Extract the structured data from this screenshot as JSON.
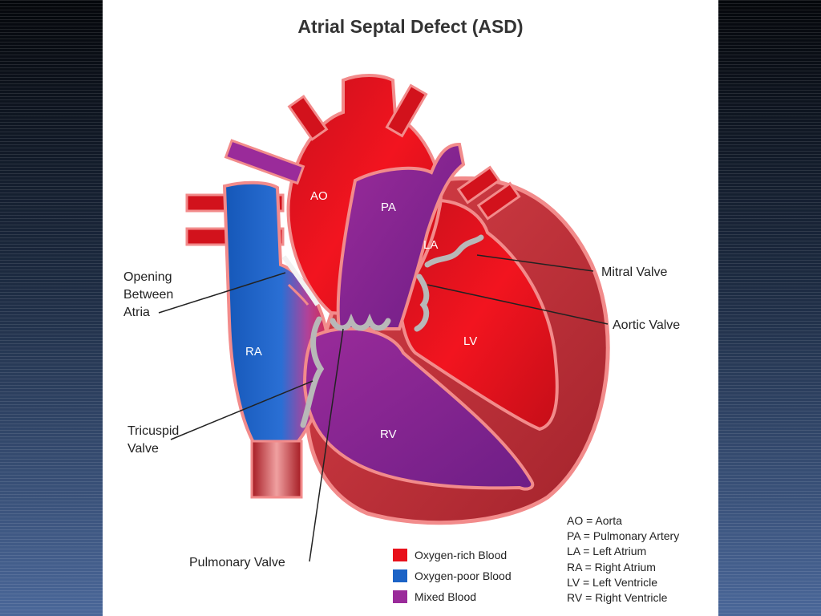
{
  "title": "Atrial Septal Defect (ASD)",
  "chambers": {
    "ao": "AO",
    "pa": "PA",
    "la": "LA",
    "lv": "LV",
    "ra": "RA",
    "rv": "RV"
  },
  "callouts": {
    "opening_line1": "Opening",
    "opening_line2": "Between",
    "opening_line3": "Atria",
    "tricuspid_line1": "Tricuspid",
    "tricuspid_line2": "Valve",
    "pulmonary_valve": "Pulmonary Valve",
    "mitral_valve": "Mitral Valve",
    "aortic_valve": "Aortic Valve"
  },
  "legend": [
    {
      "label": "Oxygen-rich Blood",
      "color": "#e8101b"
    },
    {
      "label": "Oxygen-poor Blood",
      "color": "#1c63c6"
    },
    {
      "label": "Mixed Blood",
      "color": "#9a2b9a"
    }
  ],
  "abbreviations": [
    "AO = Aorta",
    "PA = Pulmonary Artery",
    "LA = Left Atrium",
    "RA = Right Atrium",
    "LV = Left Ventricle",
    "RV = Right Ventricle"
  ],
  "colors": {
    "oxygen_rich": "#e8101b",
    "oxygen_poor": "#1c63c6",
    "mixed": "#9a2b9a",
    "muscle": "#c0353c",
    "outline": "#f28b8b",
    "valve": "#b8b8b8"
  }
}
